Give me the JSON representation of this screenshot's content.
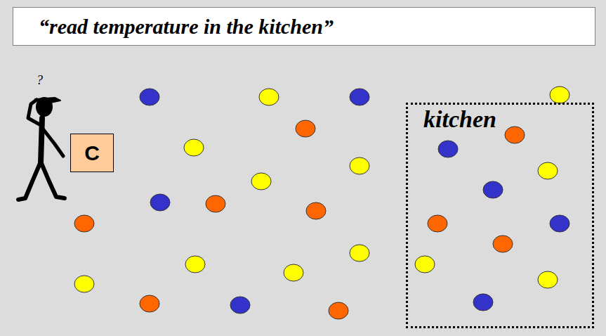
{
  "diagram": {
    "nodes": [
      {
        "text": [
          "“read temperature in the kitchen”"
        ]
      },
      {
        "text": [
          "C"
        ]
      },
      {
        "text": [
          "kitchen"
        ]
      }
    ],
    "labels": [
      "?"
    ]
  }
}
